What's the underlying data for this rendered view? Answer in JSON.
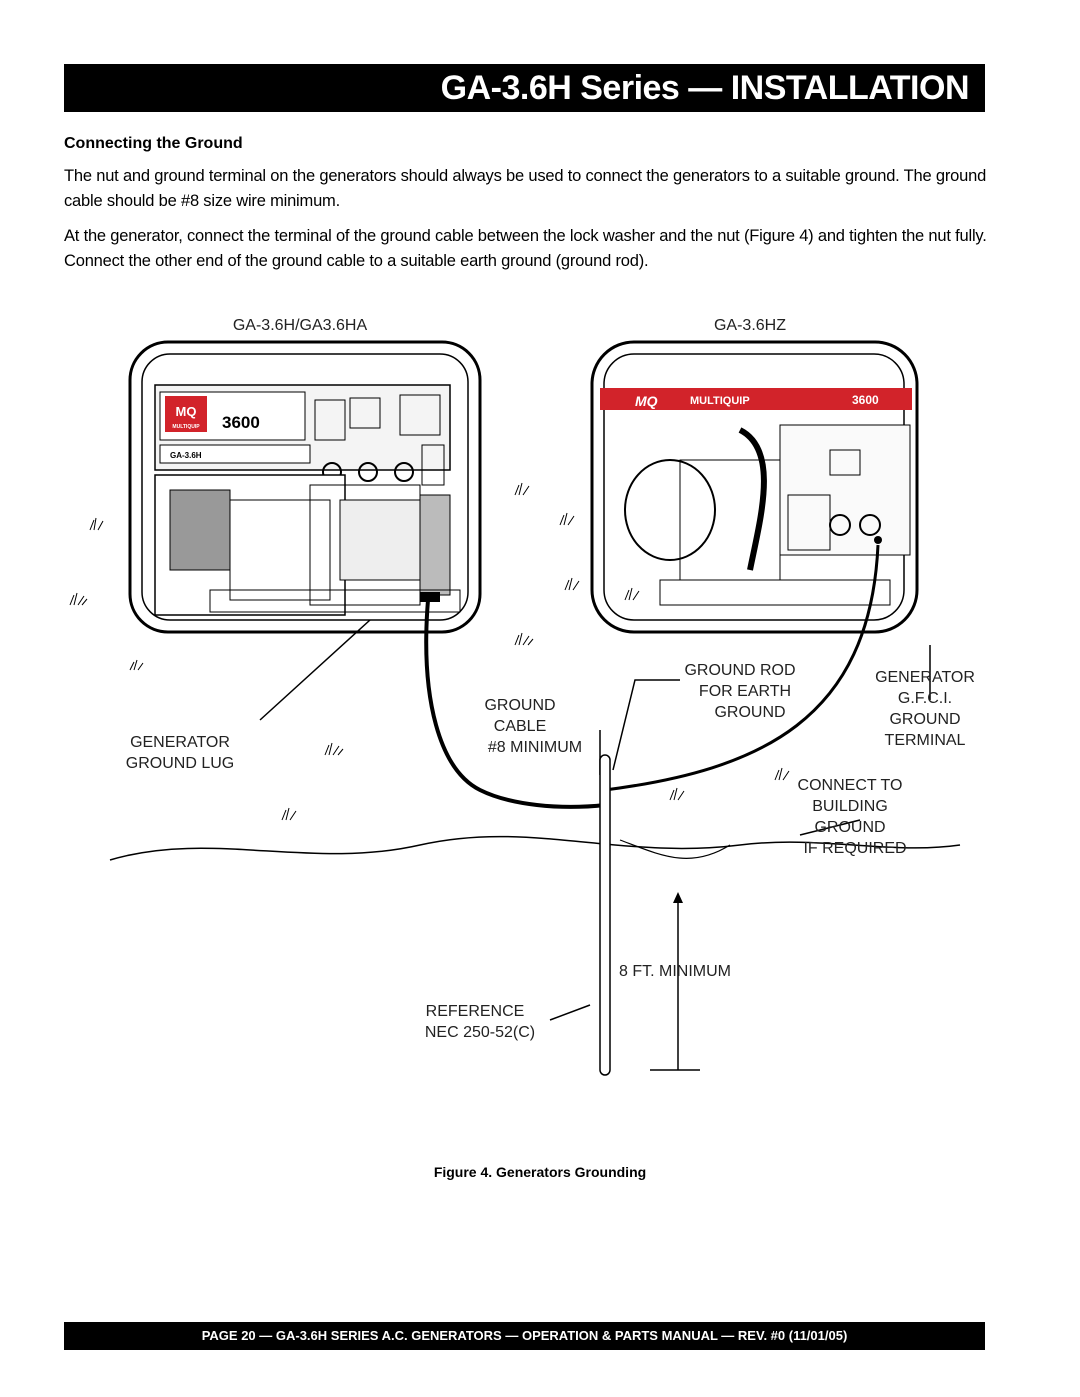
{
  "header": {
    "title": "GA-3.6H Series — INSTALLATION"
  },
  "section": {
    "heading": "Connecting the Ground",
    "paragraphs": [
      "The nut and ground terminal on the generators should always be used to connect the generators to a suitable ground. The ground cable should be #8 size wire minimum.",
      "At the generator, connect the terminal of the ground cable between the lock washer and the nut (Figure 4) and tighten the nut fully. Connect the other end of the ground cable to a suitable earth ground (ground rod)."
    ]
  },
  "figure": {
    "left_model": "GA-3.6H/GA3.6HA",
    "right_model": "GA-3.6HZ",
    "left_panel": {
      "logo": "MQ",
      "brand": "MULTIQUIP",
      "number": "3600",
      "model_badge": "GA-3.6H"
    },
    "right_panel": {
      "logo": "MQ",
      "brand": "MULTIQUIP",
      "number": "3600"
    },
    "labels": {
      "ground_lug": [
        "GENERATOR",
        "GROUND LUG"
      ],
      "ground_cable": [
        "GROUND",
        "CABLE",
        "#8 MINIMUM"
      ],
      "ground_rod": [
        "GROUND ROD",
        "FOR EARTH",
        "GROUND"
      ],
      "gfci_terminal": [
        "GENERATOR",
        "G.F.C.I.",
        "GROUND",
        "TERMINAL"
      ],
      "building": [
        "CONNECT TO",
        "BUILDING",
        "GROUND",
        "IF REQUIRED"
      ],
      "depth": "8 FT. MINIMUM",
      "reference": [
        "REFERENCE",
        "NEC 250-52(C)"
      ]
    },
    "caption": "Figure  4. Generators Grounding"
  },
  "footer": {
    "text": "PAGE 20 — GA-3.6H SERIES A.C. GENERATORS — OPERATION & PARTS  MANUAL — REV. #0  (11/01/05)"
  },
  "colors": {
    "brand_red": "#d2232a",
    "header_bg": "#000000"
  }
}
